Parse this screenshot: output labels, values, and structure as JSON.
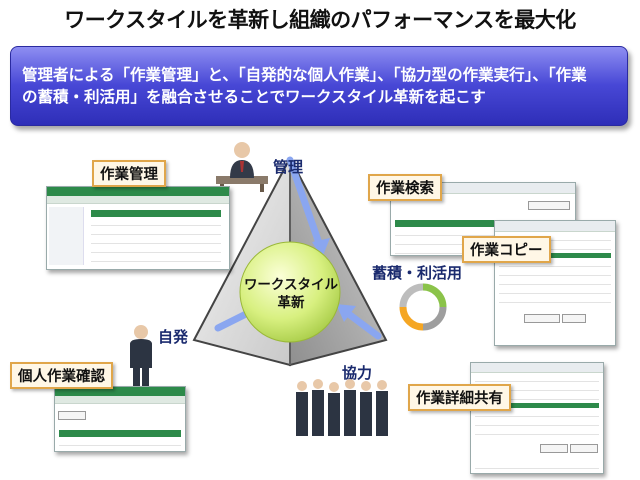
{
  "title": "ワークスタイルを革新し組織のパフォーマンスを最大化",
  "banner": {
    "line1": "管理者による「作業管理」と、「自発的な個人作業」、「協力型の作業実行」、「作業",
    "line2": "の蓄積・利活用」を融合させることでワークスタイル革新を起こす"
  },
  "diagram": {
    "center_line1": "ワークスタイル",
    "center_line2": "革新",
    "vertex_top": "管理",
    "vertex_left": "自発",
    "vertex_bottom": "協力",
    "vertex_right": "蓄積・利活用"
  },
  "tags": {
    "task_management": "作業管理",
    "personal_check": "個人作業確認",
    "task_search": "作業検索",
    "task_copy": "作業コピー",
    "task_share": "作業詳細共有"
  },
  "colors": {
    "banner": "#4848d6",
    "tag_border": "#e0a64a",
    "ui_green": "#2d8a4a",
    "center_green": "#d8f080",
    "arrow_blue": "#8aa6f0"
  }
}
